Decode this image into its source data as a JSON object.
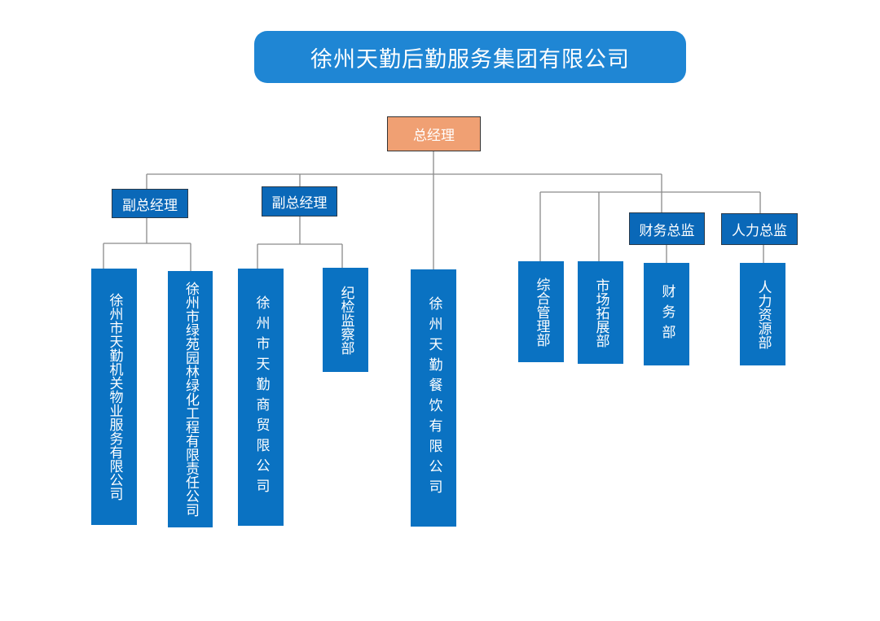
{
  "title": "徐州天勤后勤服务集团有限公司",
  "general_manager": "总经理",
  "deputy_gm_1": "副总经理",
  "deputy_gm_2": "副总经理",
  "finance_director": "财务总监",
  "hr_director": "人力总监",
  "units": {
    "property_services": "徐州市天勤机关物业服务有限公司",
    "landscaping": "徐州市绿苑园林绿化工程有限责任公司",
    "trade": "徐州市天勤商贸限公司",
    "discipline": "纪检监察部",
    "catering": "徐州天勤餐饮有限公司",
    "general_admin": "综合管理部",
    "marketing": "市场拓展部",
    "finance_dept": "财务部",
    "hr_dept": "人力资源部"
  }
}
